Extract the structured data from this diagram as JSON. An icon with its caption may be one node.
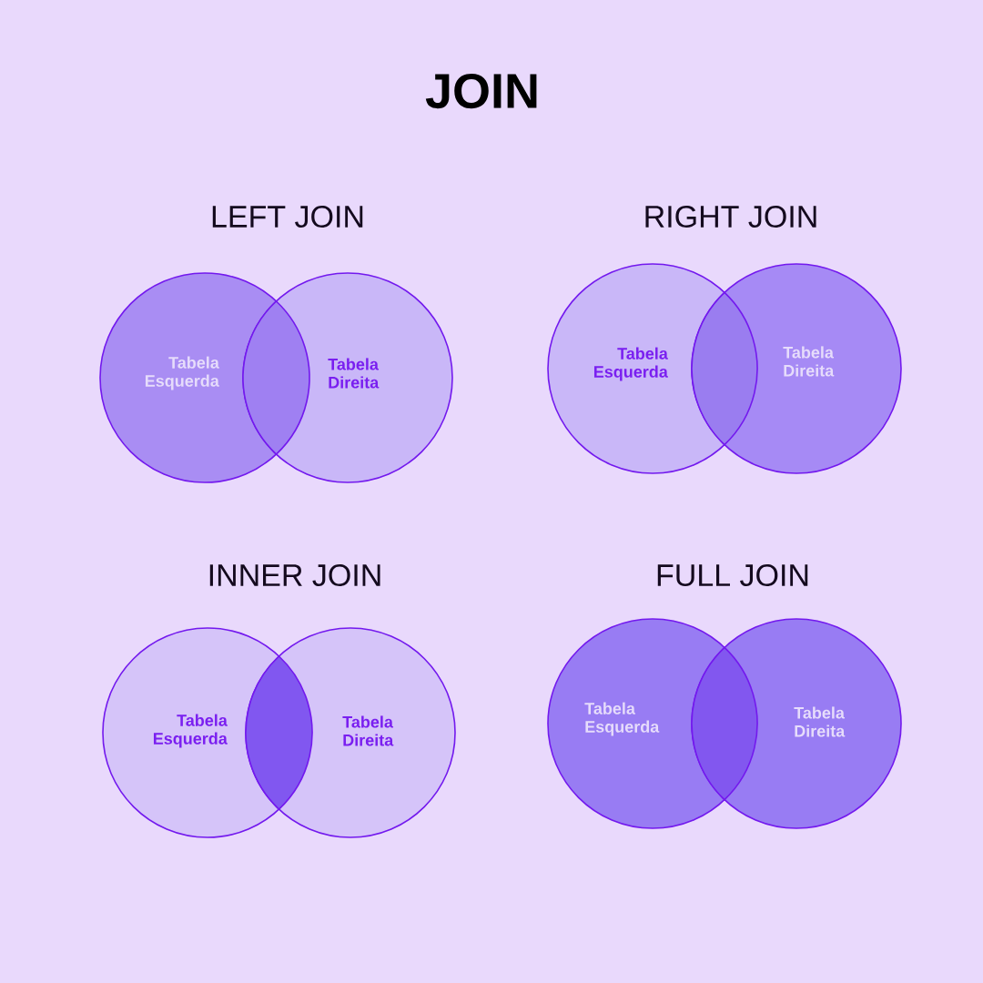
{
  "diagram": {
    "title": "JOIN",
    "nodes": [
      {
        "text": [
          "Tabela Esquerda"
        ]
      },
      {
        "text": [
          "Tabela Direita"
        ]
      },
      {
        "text": [
          "Tabela Esquerda"
        ]
      },
      {
        "text": [
          "Tabela Direita"
        ]
      },
      {
        "text": [
          "Tabela Esquerda"
        ]
      },
      {
        "text": [
          "Tabela Direita"
        ]
      },
      {
        "text": [
          "Tabela Esquerda"
        ]
      },
      {
        "text": [
          "Tabela Direita"
        ]
      }
    ],
    "labels": [
      "LEFT JOIN",
      "RIGHT JOIN",
      "INNER JOIN",
      "FULL JOIN"
    ]
  }
}
